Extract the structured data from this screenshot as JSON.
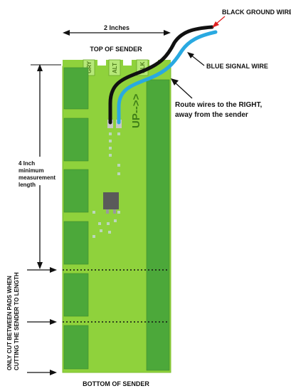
{
  "labels": {
    "width": "2 Inches",
    "top": "TOP OF SENDER",
    "bottom": "BOTTOM OF SENDER",
    "black_wire": "BLACK GROUND WIRE",
    "blue_wire": "BLUE SIGNAL WIRE",
    "route_line1": "Route wires to the RIGHT,",
    "route_line2": "away from the sender",
    "min_line1": "4 Inch",
    "min_line2": "minimum",
    "min_line3": "measurement",
    "min_line4": "length",
    "cut_line1": "ONLY CUT BETWEEN PADS WHEN",
    "cut_line2": "CUTTING THE SENDER TO LENGTH",
    "up_marker": "UP-->>"
  },
  "pins": [
    "GRY",
    "ALT",
    "BLK"
  ],
  "colors": {
    "board": "#8fd23c",
    "pad": "#4ca83a",
    "pin_box": "#b6e878",
    "black_wire": "#111111",
    "blue_wire": "#29a9e1",
    "chip": "#5a5a5a",
    "arrow_red": "#e02020"
  }
}
